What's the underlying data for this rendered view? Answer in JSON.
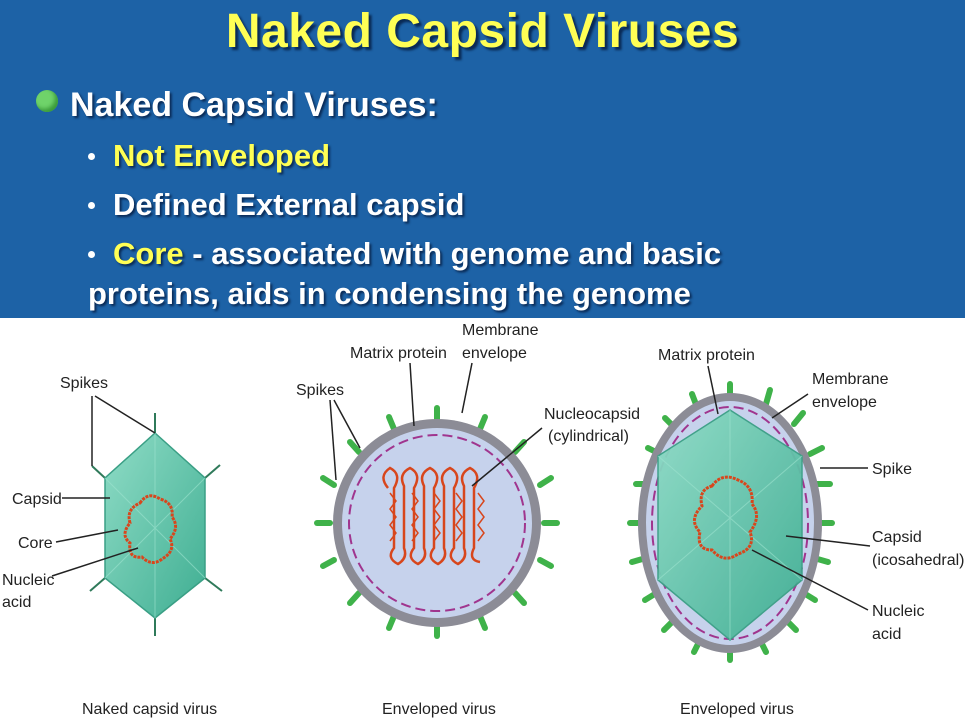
{
  "slide": {
    "title": "Naked Capsid Viruses",
    "main_bullet": "Naked Capsid Viruses:",
    "sub_bullets": [
      {
        "highlight": "Not Enveloped",
        "rest": ""
      },
      {
        "highlight": "",
        "rest": "Defined External capsid"
      },
      {
        "highlight": "Core",
        "rest": " - associated with genome and basic",
        "line2": "proteins, aids in condensing the genome"
      }
    ]
  },
  "diagram": {
    "naked": {
      "caption": "Naked capsid virus",
      "labels": {
        "spikes": "Spikes",
        "capsid": "Capsid",
        "core": "Core",
        "nucleic1": "Nucleic",
        "nucleic2": "acid"
      }
    },
    "helical": {
      "caption": "Enveloped virus",
      "labels": {
        "membrane1": "Membrane",
        "membrane2": "envelope",
        "matrix": "Matrix protein",
        "spikes": "Spikes",
        "nucleocapsid1": "Nucleocapsid",
        "nucleocapsid2": "(cylindrical)"
      }
    },
    "icosahedral": {
      "caption": "Enveloped virus",
      "labels": {
        "matrix": "Matrix protein",
        "membrane1": "Membrane",
        "membrane2": "envelope",
        "spike": "Spike",
        "capsid1": "Capsid",
        "capsid2": "(icosahedral)",
        "nucleic1": "Nucleic",
        "nucleic2": "acid"
      }
    },
    "colors": {
      "header_bg": "#1d62a6",
      "title": "#ffff55",
      "capsid": "#5cc2a6",
      "membrane": "#8c8c96",
      "spike": "#3fb24a",
      "genome": "#d8461c",
      "interior": "#c6d2ec",
      "matrix": "#a0358e"
    }
  }
}
